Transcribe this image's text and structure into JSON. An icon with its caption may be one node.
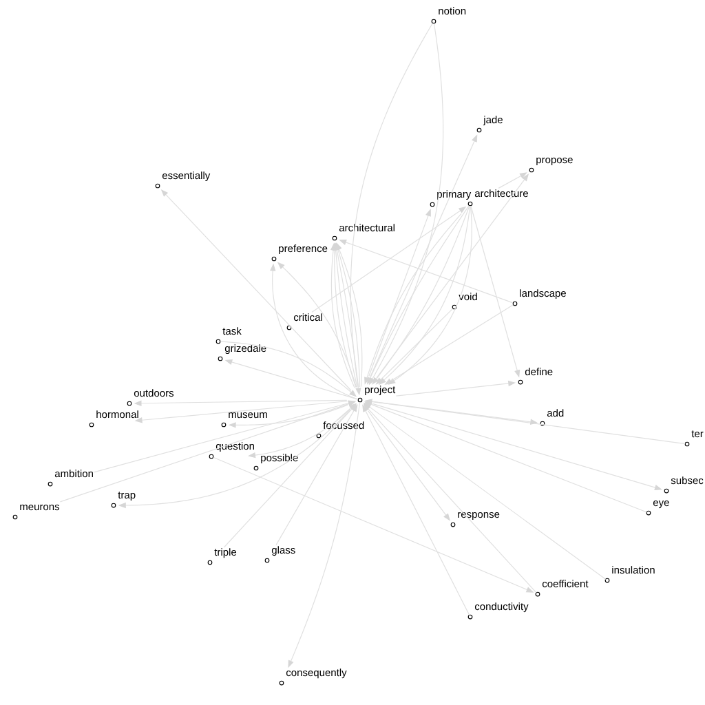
{
  "diagram": {
    "nodes": [
      {
        "text": [
          "notion"
        ]
      },
      {
        "text": [
          "jade"
        ]
      },
      {
        "text": [
          "propose"
        ]
      },
      {
        "text": [
          "essentially"
        ]
      },
      {
        "text": [
          "primary"
        ]
      },
      {
        "text": [
          "architecture"
        ]
      },
      {
        "text": [
          "architectural"
        ]
      },
      {
        "text": [
          "preference"
        ]
      },
      {
        "text": [
          "landscape"
        ]
      },
      {
        "text": [
          "void"
        ]
      },
      {
        "text": [
          "critical"
        ]
      },
      {
        "text": [
          "task"
        ]
      },
      {
        "text": [
          "grizedale"
        ]
      },
      {
        "text": [
          "define"
        ]
      },
      {
        "text": [
          "project"
        ]
      },
      {
        "text": [
          "outdoors"
        ]
      },
      {
        "text": [
          "hormonal"
        ]
      },
      {
        "text": [
          "museum"
        ]
      },
      {
        "text": [
          "add"
        ]
      },
      {
        "text": [
          "focussed"
        ]
      },
      {
        "text": [
          "ter"
        ]
      },
      {
        "text": [
          "question"
        ]
      },
      {
        "text": [
          "possible"
        ]
      },
      {
        "text": [
          "ambition"
        ]
      },
      {
        "text": [
          "subsec"
        ]
      },
      {
        "text": [
          "trap"
        ]
      },
      {
        "text": [
          "eye"
        ]
      },
      {
        "text": [
          "meurons"
        ]
      },
      {
        "text": [
          "response"
        ]
      },
      {
        "text": [
          "glass"
        ]
      },
      {
        "text": [
          "triple"
        ]
      },
      {
        "text": [
          "insulation"
        ]
      },
      {
        "text": [
          "coefficient"
        ]
      },
      {
        "text": [
          "conductivity"
        ]
      },
      {
        "text": [
          "consequently"
        ]
      }
    ],
    "edges": [
      {
        "from": 0,
        "to": 14,
        "arrow": "to"
      },
      {
        "from": 0,
        "to": 14,
        "arrow": "to"
      },
      {
        "from": 14,
        "to": 1,
        "arrow": "to"
      },
      {
        "from": 14,
        "to": 2,
        "arrow": "to"
      },
      {
        "from": 5,
        "to": 2,
        "arrow": "to"
      },
      {
        "from": 10,
        "to": 5,
        "arrow": "to"
      },
      {
        "from": 14,
        "to": 3,
        "arrow": "to"
      },
      {
        "from": 14,
        "to": 4,
        "arrow": "to"
      },
      {
        "from": 5,
        "to": 14,
        "arrow": "to"
      },
      {
        "from": 5,
        "to": 14,
        "arrow": "to"
      },
      {
        "from": 5,
        "to": 14,
        "arrow": "to"
      },
      {
        "from": 5,
        "to": 14,
        "arrow": "to"
      },
      {
        "from": 5,
        "to": 14,
        "arrow": "to"
      },
      {
        "from": 5,
        "to": 13,
        "arrow": "to"
      },
      {
        "from": 14,
        "to": 6,
        "arrow": "to"
      },
      {
        "from": 14,
        "to": 6,
        "arrow": "to"
      },
      {
        "from": 14,
        "to": 6,
        "arrow": "to"
      },
      {
        "from": 14,
        "to": 6,
        "arrow": "to"
      },
      {
        "from": 14,
        "to": 6,
        "arrow": "to"
      },
      {
        "from": 14,
        "to": 6,
        "arrow": "to"
      },
      {
        "from": 8,
        "to": 6,
        "arrow": "to"
      },
      {
        "from": 8,
        "to": 14,
        "arrow": "to"
      },
      {
        "from": 9,
        "to": 14,
        "arrow": "to"
      },
      {
        "from": 14,
        "to": 7,
        "arrow": "to"
      },
      {
        "from": 14,
        "to": 7,
        "arrow": "to"
      },
      {
        "from": 11,
        "to": 14,
        "arrow": "to"
      },
      {
        "from": 14,
        "to": 12,
        "arrow": "to"
      },
      {
        "from": 14,
        "to": 13,
        "arrow": "to"
      },
      {
        "from": 14,
        "to": 15,
        "arrow": "to"
      },
      {
        "from": 14,
        "to": 16,
        "arrow": "to"
      },
      {
        "from": 14,
        "to": 17,
        "arrow": "to"
      },
      {
        "from": 14,
        "to": 18,
        "arrow": "to"
      },
      {
        "from": 19,
        "to": 14,
        "arrow": "to"
      },
      {
        "from": 20,
        "to": 14,
        "arrow": "to"
      },
      {
        "from": 14,
        "to": 21,
        "arrow": "to"
      },
      {
        "from": 21,
        "to": 32,
        "arrow": "to"
      },
      {
        "from": 23,
        "to": 14,
        "arrow": "to"
      },
      {
        "from": 14,
        "to": 24,
        "arrow": "to"
      },
      {
        "from": 14,
        "to": 25,
        "arrow": "to"
      },
      {
        "from": 26,
        "to": 14,
        "arrow": "to"
      },
      {
        "from": 27,
        "to": 14,
        "arrow": "to"
      },
      {
        "from": 14,
        "to": 28,
        "arrow": "to"
      },
      {
        "from": 29,
        "to": 14,
        "arrow": "to"
      },
      {
        "from": 30,
        "to": 14,
        "arrow": "to"
      },
      {
        "from": 31,
        "to": 14,
        "arrow": "to"
      },
      {
        "from": 32,
        "to": 14,
        "arrow": "to"
      },
      {
        "from": 33,
        "to": 14,
        "arrow": "to"
      },
      {
        "from": 14,
        "to": 34,
        "arrow": "to"
      }
    ]
  }
}
